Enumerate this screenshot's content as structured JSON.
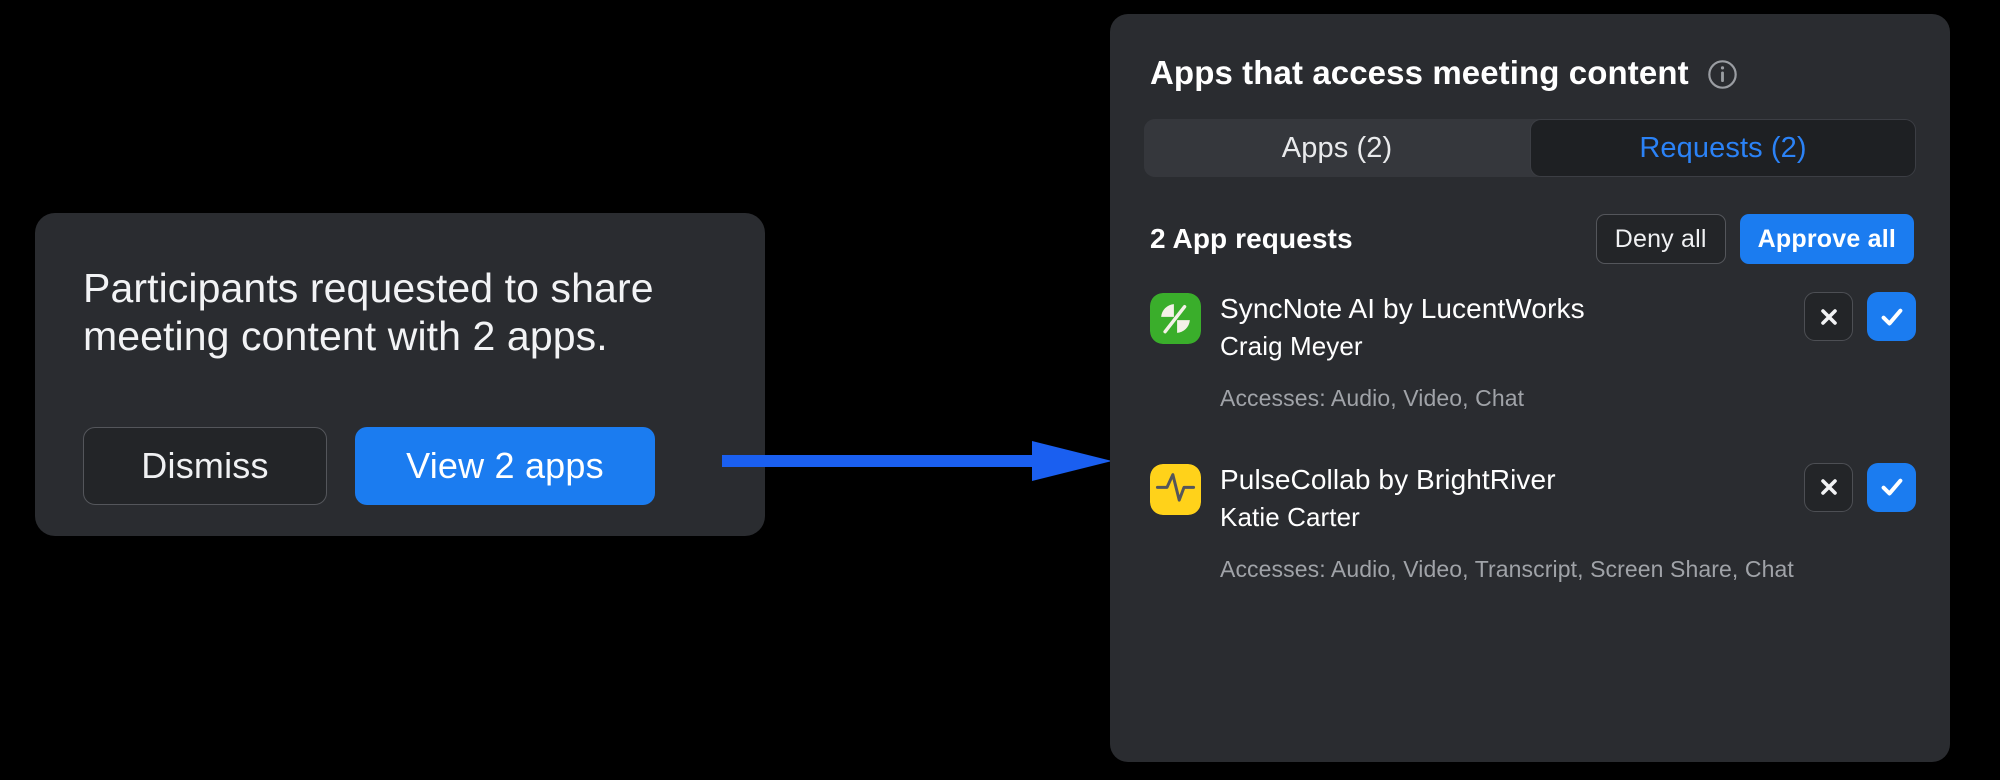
{
  "colors": {
    "background": "#000000",
    "surface": "#2a2c30",
    "accent_blue": "#1b7cf0",
    "tab_active_text": "#2b82f6",
    "arrow": "#1a5ff0",
    "muted_text": "#a0a3a8",
    "icon_syncnote": "#3aae2b",
    "icon_pulsecollab": "#ffd21a"
  },
  "toast": {
    "message": "Participants requested to share meeting content with 2 apps.",
    "dismiss_label": "Dismiss",
    "view_label": "View 2 apps"
  },
  "connector": {
    "icon": "arrow-right-icon"
  },
  "panel": {
    "title": "Apps that access meeting content",
    "info_icon": "info-circle-icon",
    "tabs": [
      {
        "label": "Apps (2)",
        "active": false
      },
      {
        "label": "Requests (2)",
        "active": true
      }
    ],
    "requests_summary": {
      "count_label": "2 App requests",
      "deny_all_label": "Deny all",
      "approve_all_label": "Approve all"
    },
    "requests": [
      {
        "app_name": "SyncNote AI by LucentWorks",
        "requester": "Craig Meyer",
        "accesses": "Accesses: Audio, Video, Chat",
        "icon_name": "syncnote-app-icon",
        "icon_color": "#3aae2b",
        "deny_icon": "close-x-icon",
        "approve_icon": "check-icon"
      },
      {
        "app_name": "PulseCollab by BrightRiver",
        "requester": "Katie Carter",
        "accesses": "Accesses: Audio, Video, Transcript, Screen Share, Chat",
        "icon_name": "pulsecollab-app-icon",
        "icon_color": "#ffd21a",
        "deny_icon": "close-x-icon",
        "approve_icon": "check-icon"
      }
    ]
  }
}
